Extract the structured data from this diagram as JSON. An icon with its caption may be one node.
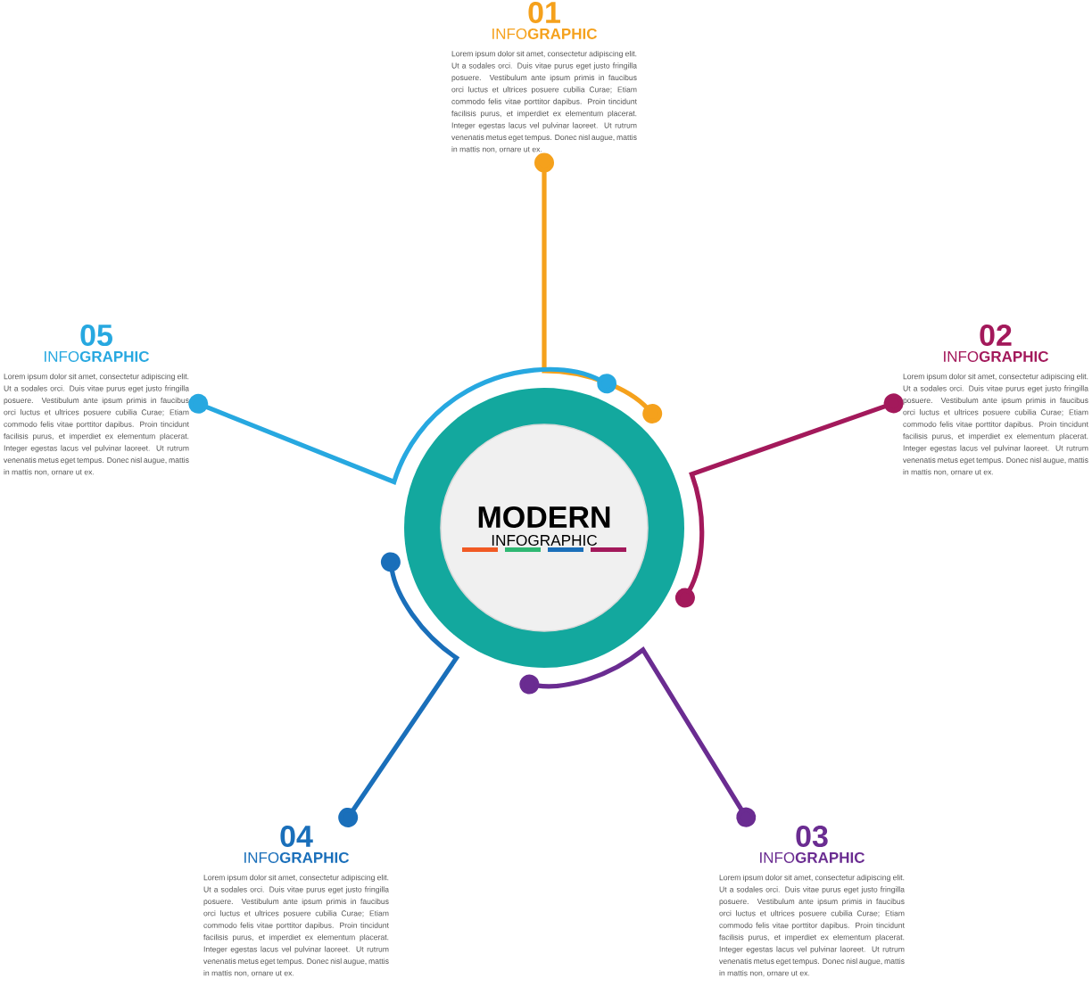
{
  "diagram": {
    "nodes": [
      {
        "text": [
          "MODERN",
          "INFOGRAPHIC"
        ]
      },
      {
        "text": [
          "01",
          "INFO**GRAPHIC**",
          "Lorem ipsum dolor sit amet, consectetur adipiscing elit. Ut a sodales orci. Duis vitae purus eget justo fringilla posuere. Vestibulum ante ipsum primis in faucibus orci luctus et ultrices posuere cubilia Curae; Etiam commodo felis vitae porttitor dapibus. Proin tincidunt facilisis purus, et imperdiet ex elementum placerat. Integer egestas lacus vel pulvinar laoreet. Ut rutrum venenatis metus eget tempus. Donec nisl augue, mattis in mattis non, ornare ut ex."
        ]
      },
      {
        "text": [
          "02",
          "INFO**GRAPHIC**",
          "Lorem ipsum dolor sit amet, consectetur adipiscing elit. Ut a sodales orci. Duis vitae purus eget justo fringilla posuere. Vestibulum ante ipsum primis in faucibus orci luctus et ultrices posuere cubilia Curae; Etiam commodo felis vitae porttitor dapibus. Proin tincidunt facilisis purus, et imperdiet ex elementum placerat. Integer egestas lacus vel pulvinar laoreet. Ut rutrum venenatis metus eget tempus. Donec nisl augue, mattis in mattis non, ornare ut ex."
        ]
      },
      {
        "text": [
          "03",
          "INFO**GRAPHIC**",
          "Lorem ipsum dolor sit amet, consectetur adipiscing elit. Ut a sodales orci. Duis vitae purus eget justo fringilla posuere. Vestibulum ante ipsum primis in faucibus orci luctus et ultrices posuere cubilia Curae; Etiam commodo felis vitae porttitor dapibus. Proin tincidunt facilisis purus, et imperdiet ex elementum placerat. Integer egestas lacus vel pulvinar laoreet. Ut rutrum venenatis metus eget tempus. Donec nisl augue, mattis in mattis non, ornare ut ex."
        ]
      },
      {
        "text": [
          "04",
          "INFO**GRAPHIC**",
          "Lorem ipsum dolor sit amet, consectetur adipiscing elit. Ut a sodales orci. Duis vitae purus eget justo fringilla posuere. Vestibulum ante ipsum primis in faucibus orci luctus et ultrices posuere cubilia Curae; Etiam commodo felis vitae porttitor dapibus. Proin tincidunt facilisis purus, et imperdiet ex elementum placerat. Integer egestas lacus vel pulvinar laoreet. Ut rutrum venenatis metus eget tempus. Donec nisl augue, mattis in mattis non, ornare ut ex."
        ]
      },
      {
        "text": [
          "05",
          "INFO**GRAPHIC**",
          "Lorem ipsum dolor sit amet, consectetur adipiscing elit. Ut a sodales orci. Duis vitae purus eget justo fringilla posuere. Vestibulum ante ipsum primis in faucibus orci luctus et ultrices posuere cubilia Curae; Etiam commodo felis vitae porttitor dapibus. Proin tincidunt facilisis purus, et imperdiet ex elementum placerat. Integer egestas lacus vel pulvinar laoreet. Ut rutrum venenatis metus eget tempus. Donec nisl augue, mattis in mattis non, ornare ut ex."
        ]
      }
    ],
    "edges": [
      {
        "from": 0,
        "to": 1,
        "arrow": "other",
        "color": "#f5a11c"
      },
      {
        "from": 0,
        "to": 2,
        "arrow": "other",
        "color": "#a3195b"
      },
      {
        "from": 0,
        "to": 3,
        "arrow": "other",
        "color": "#6a2c91"
      },
      {
        "from": 0,
        "to": 4,
        "arrow": "other",
        "color": "#1a6fba"
      },
      {
        "from": 0,
        "to": 5,
        "arrow": "other",
        "color": "#27a8e0"
      }
    ]
  }
}
